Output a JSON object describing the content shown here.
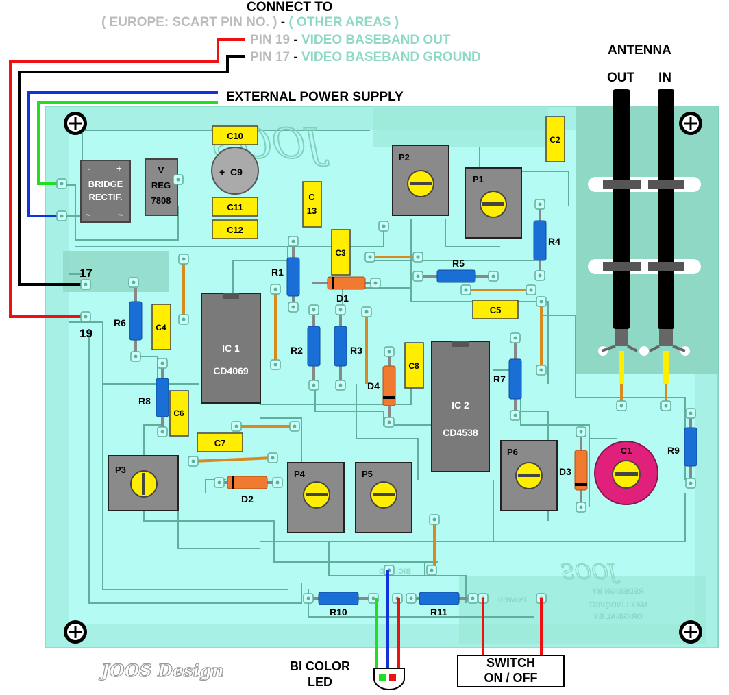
{
  "header": {
    "connect_to": "CONNECT TO",
    "europe_label": "( EUROPE: SCART PIN NO. )",
    "other_areas": "( OTHER AREAS )",
    "pin19": "PIN 19",
    "pin19_desc": "VIDEO BASEBAND OUT",
    "pin17": "PIN 17",
    "pin17_desc": "VIDEO BASEBAND GROUND",
    "dash": "-",
    "external_power": "EXTERNAL POWER SUPPLY"
  },
  "antenna": {
    "title": "ANTENNA",
    "out": "OUT",
    "in": "IN"
  },
  "pins": {
    "p17": "17",
    "p19": "19"
  },
  "bridge": {
    "line1": "BRIDGE",
    "line2": "RECTIF.",
    "minus": "-",
    "plus": "+",
    "tilde": "~"
  },
  "vreg": {
    "line1": "V",
    "line2": "REG",
    "line3": "7808"
  },
  "caps": {
    "c1": "C1",
    "c2": "C2",
    "c3": "C3",
    "c4": "C4",
    "c5": "C5",
    "c6": "C6",
    "c7": "C7",
    "c8": "C8",
    "c9": "C9",
    "c9_plus": "+",
    "c10": "C10",
    "c11": "C11",
    "c12": "C12",
    "c13_line1": "C",
    "c13_line2": "13"
  },
  "resistors": {
    "r1": "R1",
    "r2": "R2",
    "r3": "R3",
    "r4": "R4",
    "r5": "R5",
    "r6": "R6",
    "r7": "R7",
    "r8": "R8",
    "r9": "R9",
    "r10": "R10",
    "r11": "R11"
  },
  "diodes": {
    "d1": "D1",
    "d2": "D2",
    "d3": "D3",
    "d4": "D4"
  },
  "pots": {
    "p1": "P1",
    "p2": "P2",
    "p3": "P3",
    "p4": "P4",
    "p5": "P5",
    "p6": "P6"
  },
  "ics": {
    "ic1_name": "IC 1",
    "ic1_part": "CD4069",
    "ic2_name": "IC 2",
    "ic2_part": "CD4538"
  },
  "silkscreen": {
    "logo": "JOOS",
    "redesign": "REDESIGN BY",
    "max": "MAX LINDQVIST",
    "original": "ORIGINAL BY",
    "bic_led": "BIC. LED",
    "power": "POWER"
  },
  "footer": {
    "credit": "JOOS Design",
    "led_line1": "BI COLOR",
    "led_line2": "LED",
    "switch_line1": "SWITCH",
    "switch_line2": "ON / OFF"
  },
  "colors": {
    "board": "#b3fbf3",
    "board_copper": "#8fd8c6",
    "trace_outline": "#5fae9e",
    "capacitor": "#ffee00",
    "resistor": "#1a6fd6",
    "diode": "#f07a30",
    "ic": "#7a7a7a",
    "pot": "#8a8a8a",
    "c1_trimmer": "#e0207a",
    "wire_red": "#ee1111",
    "wire_blue": "#1133dd",
    "wire_green": "#22dd22",
    "wire_black": "#000000",
    "jumper": "#d68a20",
    "label_gray": "#bbbbbb",
    "label_teal": "#8fd8c6"
  },
  "icons": [
    "mounting-hole-icon",
    "pot-screw-icon",
    "led-icon"
  ]
}
